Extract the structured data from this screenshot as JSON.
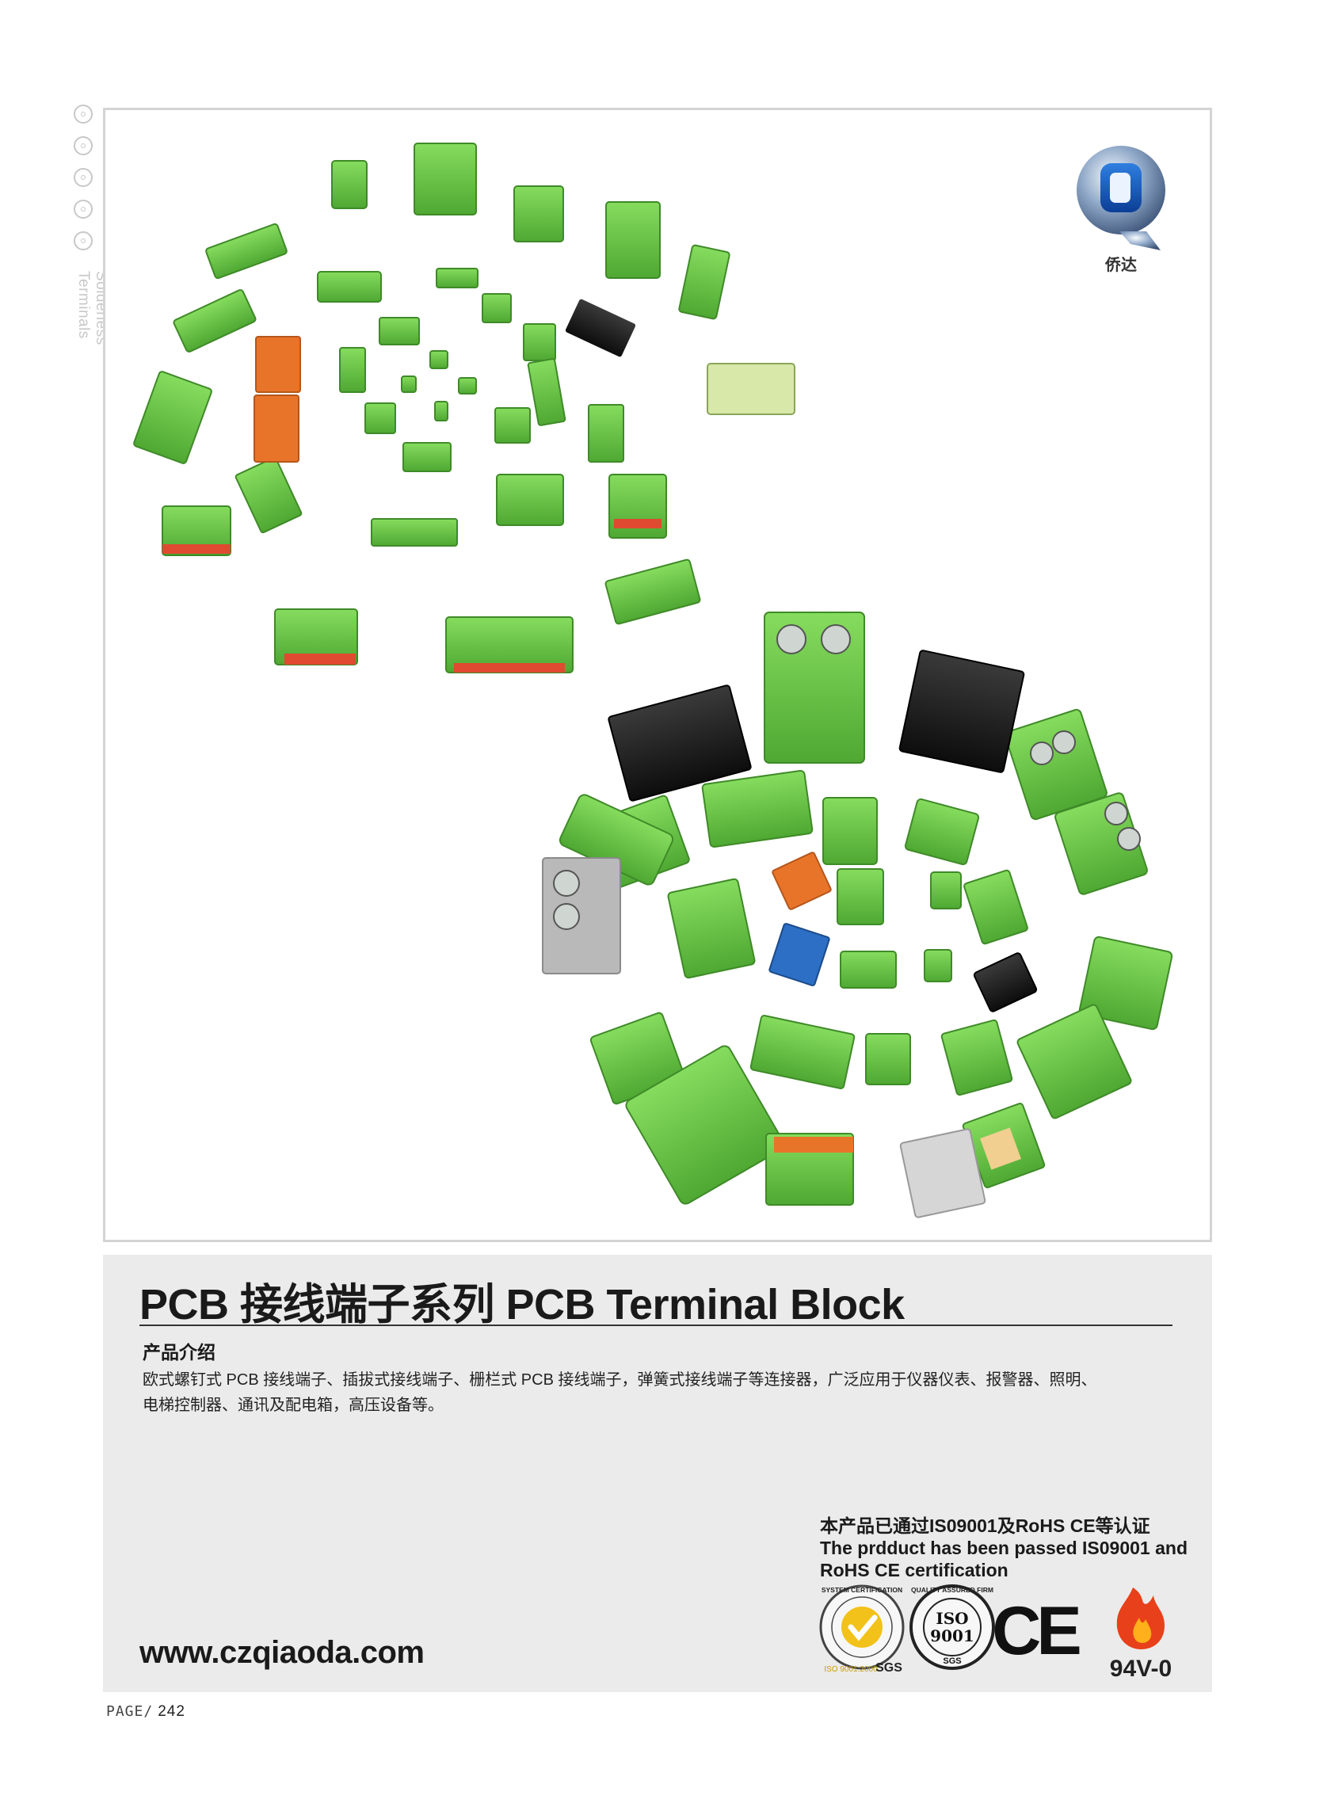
{
  "side_rail": {
    "icons": [
      "info-icon",
      "refresh-icon",
      "home-icon",
      "connector-icon",
      "gear-icon"
    ],
    "label": "Solderless Terminals"
  },
  "logo": {
    "text": "侨达"
  },
  "photo": {
    "caption": ""
  },
  "title": "PCB 接线端子系列 PCB Terminal Block",
  "intro": {
    "heading": "产品介绍",
    "body_line1": "欧式螺钉式 PCB 接线端子、插拔式接线端子、栅栏式 PCB 接线端子，弹簧式接线端子等连接器，广泛应用于仪器仪表、报警器、照明、",
    "body_line2": "电梯控制器、通讯及配电箱，高压设备等。"
  },
  "certification": {
    "cn": "本产品已通过IS09001及RoHS CE等认证",
    "en_line1": "The prdduct has been passed IS09001 and",
    "en_line2": "RoHS CE certification",
    "badges": {
      "system": {
        "ring": "SYSTEM CERTIFICATION",
        "bottom": "ISO 9001:2000",
        "mark": "SGS"
      },
      "quality": {
        "ring": "QUALITY ASSURED FIRM",
        "iso": "ISO",
        "num": "9001",
        "mark": "SGS"
      },
      "ce": "CE",
      "flame": "94V-0"
    }
  },
  "website": "www.czqiaoda.com",
  "page": {
    "prefix": "PAGE/",
    "number": "242"
  },
  "colors": {
    "terminal_green": "#6cc84a",
    "panel_gray": "#ebebeb",
    "accent_orange": "#e8742a"
  }
}
